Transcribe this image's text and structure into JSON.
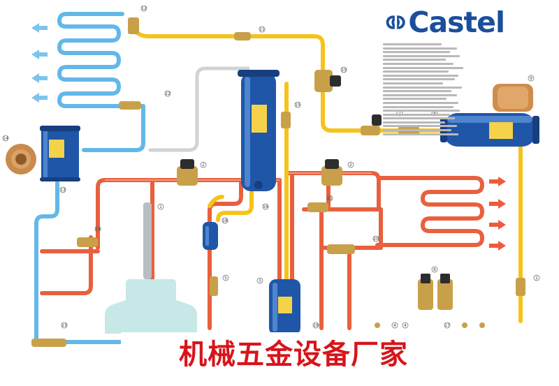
{
  "logo": {
    "brand": "Castel"
  },
  "banner": {
    "text": "机械五金设备厂家"
  },
  "part_numbers": [
    "1",
    "2",
    "3",
    "4",
    "5",
    "6",
    "7",
    "8",
    "9",
    "10",
    "11",
    "12",
    "13",
    "14",
    "15",
    "16",
    "17",
    "18",
    "19",
    "20",
    "21",
    "22",
    "23",
    "24"
  ],
  "colors": {
    "hot_line": "#e8603f",
    "cold_line": "#62b8e8",
    "suction_line": "#f5c31a",
    "component_blue": "#1f56a8",
    "brass": "#c9a04a",
    "brand": "#1b4f9c",
    "banner_text": "#d8141a",
    "flow_arrow_cold": "#7dc4ec",
    "flow_arrow_hot": "#ee5a3c"
  }
}
